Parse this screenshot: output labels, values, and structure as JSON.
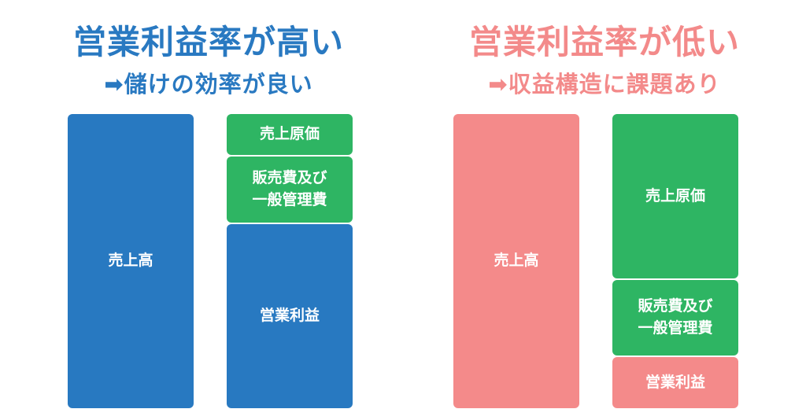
{
  "colors": {
    "blue": "#2879c1",
    "green": "#2eb563",
    "pink": "#f48a8a",
    "text_on_box": "#ffffff"
  },
  "left": {
    "title": "営業利益率が高い",
    "subtitle": "➡儲けの効率が良い",
    "revenue_box": {
      "label": "売上高",
      "color": "#2879c1"
    },
    "breakdown": [
      {
        "label": "売上原価",
        "color": "#2eb563"
      },
      {
        "label": "販売費及び\n一般管理費",
        "color": "#2eb563"
      },
      {
        "label": "営業利益",
        "color": "#2879c1"
      }
    ]
  },
  "right": {
    "title": "営業利益率が低い",
    "subtitle": "➡収益構造に課題あり",
    "revenue_box": {
      "label": "売上高",
      "color": "#f48a8a"
    },
    "breakdown": [
      {
        "label": "売上原価",
        "color": "#2eb563"
      },
      {
        "label": "販売費及び\n一般管理費",
        "color": "#2eb563"
      },
      {
        "label": "営業利益",
        "color": "#f48a8a"
      }
    ]
  }
}
